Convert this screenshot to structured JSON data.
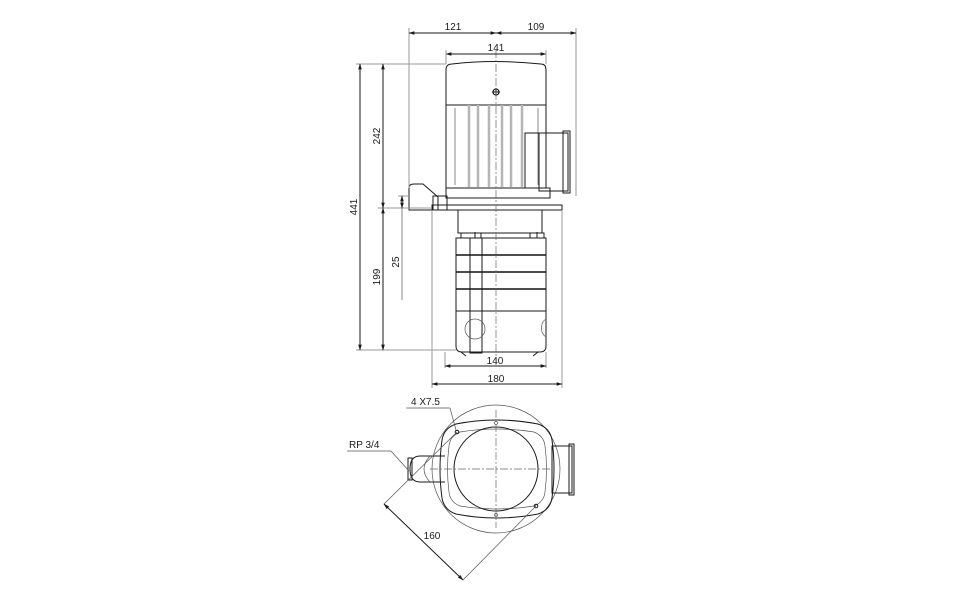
{
  "drawing": {
    "title": "Pump dimensional drawing",
    "side_view": {
      "dimensions": {
        "width_left": "121",
        "width_right": "109",
        "motor_width": "141",
        "total_height": "441",
        "motor_height": "242",
        "immersion_depth": "199",
        "flange_offset": "25",
        "pump_width": "140",
        "flange_width": "180"
      }
    },
    "top_view": {
      "dimensions": {
        "mounting_holes": "4  X7.5",
        "pipe_thread": "RP 3/4",
        "bolt_circle": "160"
      }
    }
  }
}
